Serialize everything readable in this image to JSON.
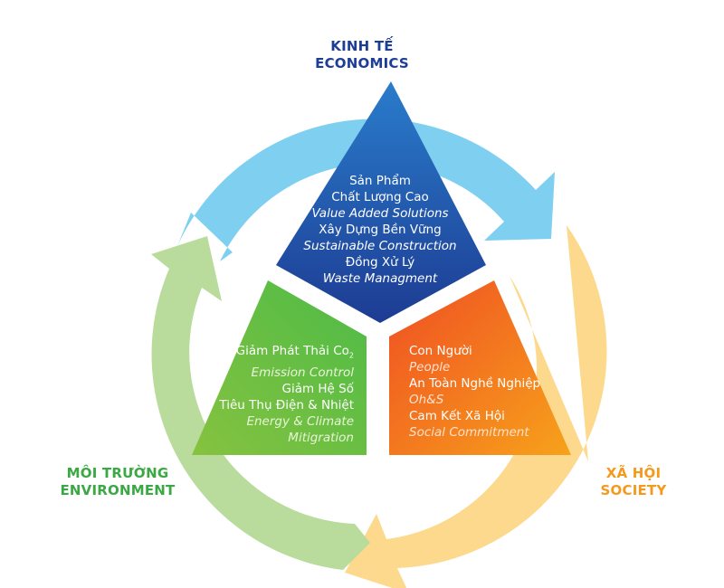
{
  "colors": {
    "economics": "#1d3e96",
    "environment": "#3aa843",
    "society": "#f39a1e",
    "arrow_blue": "#7fd0f0",
    "arrow_green": "#b9dc9c",
    "arrow_yellow": "#fcd98c"
  },
  "economics": {
    "title_vi": "KINH TẾ",
    "title_en": "ECONOMICS",
    "lines": [
      {
        "text": "Sản Phẩm",
        "style": "normal"
      },
      {
        "text": "Chất Lượng Cao",
        "style": "normal"
      },
      {
        "text": "Value Added Solutions",
        "style": "italic"
      },
      {
        "text": "Xây Dựng Bền Vững",
        "style": "normal"
      },
      {
        "text": "Sustainable Construction",
        "style": "italic"
      },
      {
        "text": "Đồng Xử Lý",
        "style": "normal"
      },
      {
        "text": "Waste Managment",
        "style": "italic"
      }
    ]
  },
  "environment": {
    "title_vi": "MÔI TRƯỜNG",
    "title_en": "ENVIRONMENT",
    "line1_main": "Giảm Phát Thải Co",
    "line1_sub": "2",
    "lines": [
      {
        "text": "Emission Control",
        "style": "italic"
      },
      {
        "text": "Giảm Hệ Số",
        "style": "normal"
      },
      {
        "text": "Tiêu Thụ Điện & Nhiệt",
        "style": "normal"
      },
      {
        "text": "Energy & Climate",
        "style": "italic"
      },
      {
        "text": "Mitigration",
        "style": "italic"
      }
    ]
  },
  "society": {
    "title_vi": "XÃ HỘI",
    "title_en": "SOCIETY",
    "lines": [
      {
        "text": "Con Người",
        "style": "normal"
      },
      {
        "text": "People",
        "style": "italic"
      },
      {
        "text": "An Toàn Nghề Nghiệp",
        "style": "normal"
      },
      {
        "text": "Oh&S",
        "style": "italic"
      },
      {
        "text": "Cam Kết Xã Hội",
        "style": "normal"
      },
      {
        "text": "Social Commitment",
        "style": "italic"
      }
    ]
  }
}
